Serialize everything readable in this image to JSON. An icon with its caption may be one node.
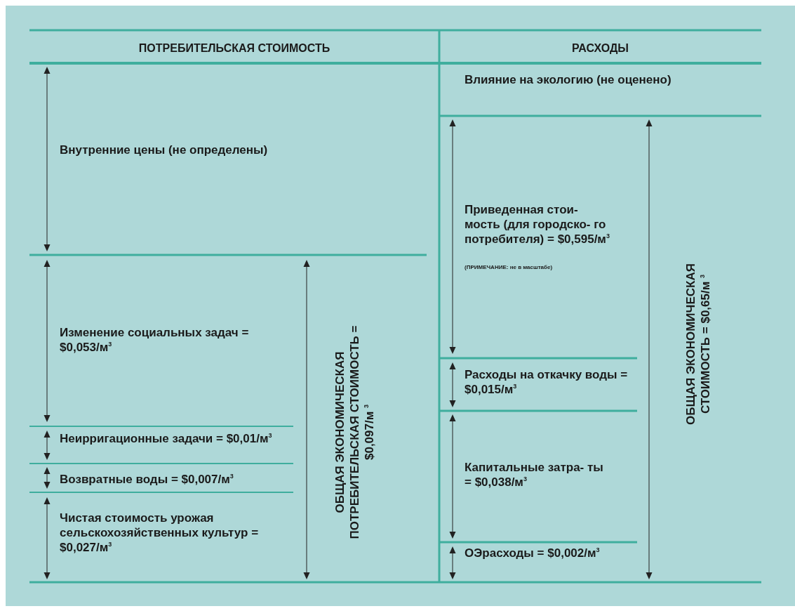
{
  "diagram": {
    "labels": [
      "ПОТРЕБИТЕЛЬСКАЯ СТОИМОСТЬ",
      "РАСХОДЫ",
      "Влияние на экологию (не оценено)",
      "Внутренние цены (не определены)",
      "Приведенная стои- мость (для городско- го потребителя) = $0,595/м$^{3}$",
      "(ПРИМЕЧАНИЕ: не в масштабе)",
      "Изменение социальных задач = $0,053/м$^{3}$",
      "ОБЩАЯ ЭКОНОМИЧЕСКАЯ ПОТРЕБИТЕЛЬСКАЯ СТОИМОСТЬ = $0,097/м $^{3}$",
      "ОБЩАЯ ЭКОНОМИЧЕСКАЯ СТОИМОСТЬ = $0,65/м $^{3}$",
      "Расходы на откачку воды = $0,015/м$^{3}$",
      "Неирригационные задачи = $0,01/м$^{3}$",
      "Возвратные воды = $0,007/м$^{3}$",
      "Капитальные затра- ты = $0,038/м$^{3}$",
      "Чистая стоимость урожая сельскохозяйственных культур = $0,027/м$^{3}$",
      "ОЭрасходы = $0,002/м$^{3}$"
    ]
  }
}
